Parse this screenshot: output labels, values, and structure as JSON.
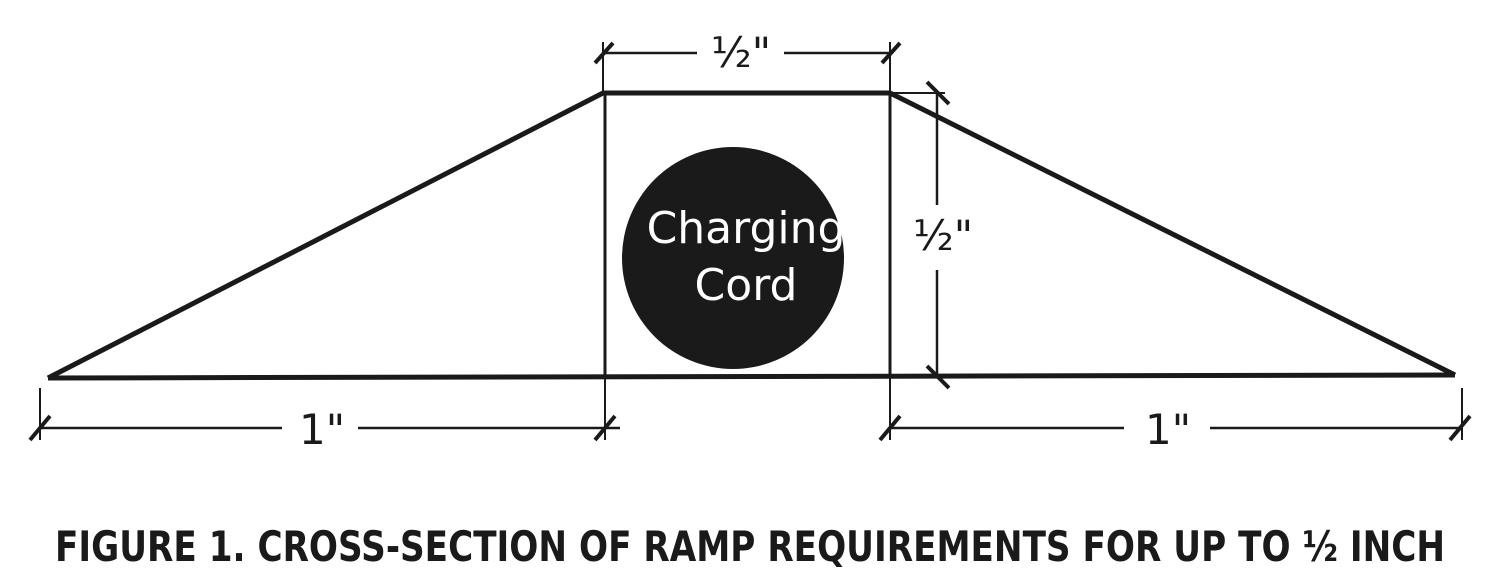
{
  "colors": {
    "ink": "#1a1a1a",
    "background": "#ffffff",
    "cord_text": "#ffffff"
  },
  "dimensions": {
    "top_width": "½\"",
    "height": "½\"",
    "left_base": "1\"",
    "right_base": "1\""
  },
  "cord": {
    "label_line1": "Charging",
    "label_line2": "Cord"
  },
  "caption": "FIGURE 1. CROSS-SECTION OF RAMP REQUIREMENTS FOR UP TO ½ INCH"
}
